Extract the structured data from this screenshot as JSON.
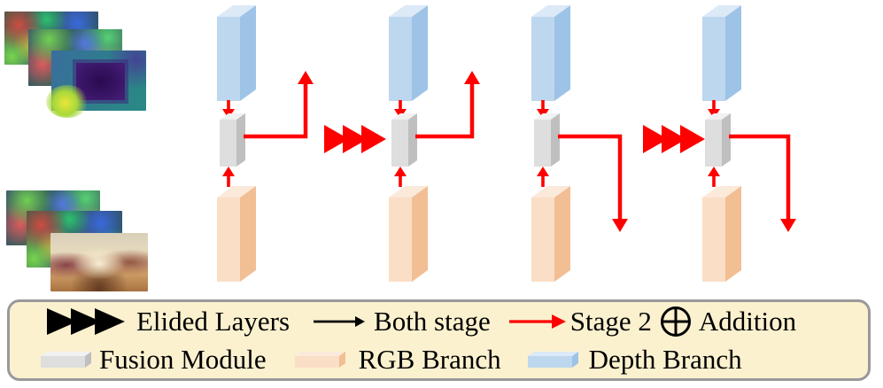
{
  "figure": {
    "legend": {
      "items_row1": [
        {
          "icon": "elided-layers-icon",
          "label": "Elided Layers"
        },
        {
          "icon": "both-stage-arrow-icon",
          "label": "Both stage"
        },
        {
          "icon": "stage2-arrow-icon",
          "label": "Stage 2"
        },
        {
          "icon": "addition-icon",
          "label": "Addition"
        }
      ],
      "items_row2": [
        {
          "icon": "fusion-module-swatch",
          "label": "Fusion Module"
        },
        {
          "icon": "rgb-branch-swatch",
          "label": "RGB Branch"
        },
        {
          "icon": "depth-branch-swatch",
          "label": "Depth Branch"
        }
      ]
    },
    "colors": {
      "stage2_red": "#ff0000",
      "black": "#000000",
      "legend_bg": "#fbf1cf",
      "legend_border": "#999999",
      "depth_branch": {
        "front": "#bdd7ee",
        "side": "#9dc3e6",
        "top": "#dce9f7"
      },
      "rgb_branch": {
        "front": "#fadec6",
        "side": "#f2be93",
        "top": "#fbe9da"
      },
      "fusion_module": {
        "front": "#dedede",
        "side": "#bfbfbf",
        "top": "#f1f1f1"
      }
    },
    "columns": [
      {
        "name": "stage-column-1",
        "elided_before": false,
        "stage2_arrow": "up"
      },
      {
        "name": "stage-column-2",
        "elided_before": true,
        "stage2_arrow": "up"
      },
      {
        "name": "stage-column-3",
        "elided_before": false,
        "stage2_arrow": "down"
      },
      {
        "name": "stage-column-4",
        "elided_before": true,
        "stage2_arrow": "down"
      }
    ],
    "inputs": {
      "depth_stack": [
        "feature-map",
        "feature-map",
        "depth-map"
      ],
      "rgb_stack": [
        "feature-map",
        "feature-map",
        "rgb-image"
      ]
    }
  }
}
